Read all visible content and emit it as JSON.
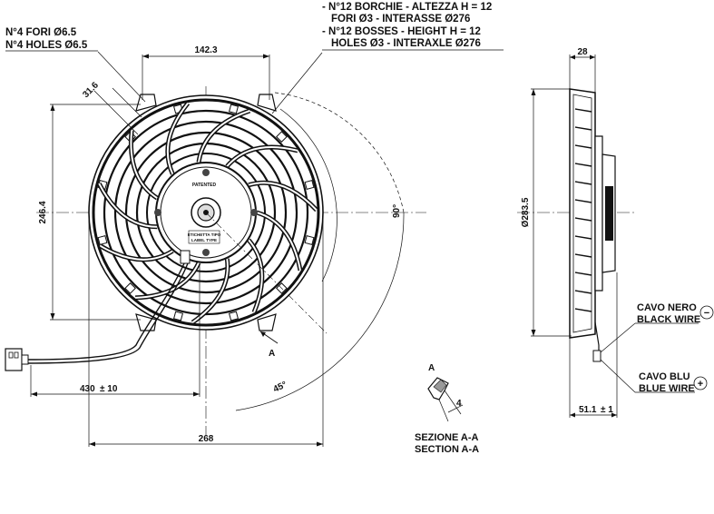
{
  "notes": {
    "holes_it": "N°4 FORI Ø6.5",
    "holes_en": "N°4 HOLES Ø6.5",
    "bosses_it_1": "- N°12 BORCHIE - ALTEZZA H = 12",
    "bosses_it_2": "FORI Ø3 - INTERASSE Ø276",
    "bosses_en_1": "- N°12 BOSSES - HEIGHT H = 12",
    "bosses_en_2": "HOLES Ø3 - INTERAXLE Ø276"
  },
  "dimensions": {
    "top_width": "142.3",
    "diag": "31.6",
    "height": "246.4",
    "angle_90": "90°",
    "angle_45": "45°",
    "cable_len": "430",
    "cable_tol": "± 10",
    "overall_width": "268",
    "depth_top": "28",
    "diameter": "Ø283.5",
    "depth_bottom": "51.1",
    "depth_tol": "± 1"
  },
  "hub": {
    "patented": "PATENTED",
    "label_it": "ETICHETTA TIPO",
    "label_en": "LABEL TYPE"
  },
  "section": {
    "marker": "A",
    "marker2": "A",
    "small_dim": "4",
    "title_it": "SEZIONE A-A",
    "title_en": "SECTION A-A"
  },
  "wires": {
    "black_it": "CAVO NERO",
    "black_en": "BLACK WIRE",
    "black_symbol": "−",
    "blue_it": "CAVO BLU",
    "blue_en": "BLUE WIRE",
    "blue_symbol": "+"
  }
}
